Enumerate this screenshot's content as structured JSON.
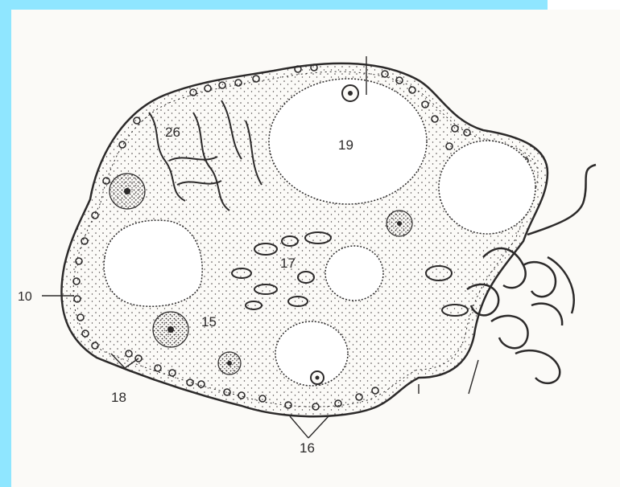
{
  "labels": {
    "l10": "10",
    "l15": "15",
    "l16": "16",
    "l17": "17",
    "l18": "18",
    "l19": "19",
    "l26": "26"
  },
  "colors": {
    "frame": "#8fe6ff",
    "paper": "#fbfaf7",
    "ink": "#2c2a2a"
  }
}
